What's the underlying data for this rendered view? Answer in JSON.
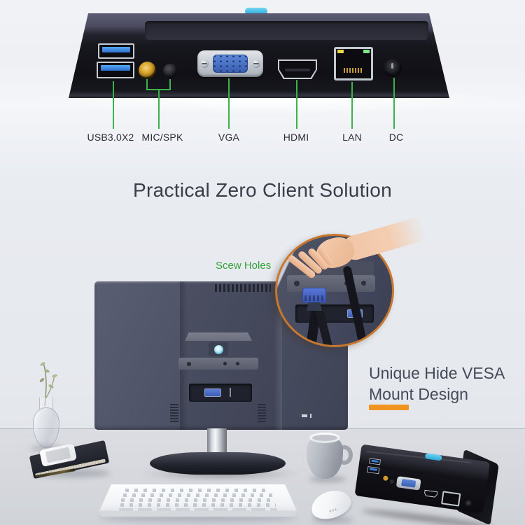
{
  "product_shot": {
    "heading": "Practical Zero Client Solution",
    "ports": [
      {
        "name": "usb",
        "label": "USB3.0X2"
      },
      {
        "name": "mic-spk",
        "label": "MIC/SPK"
      },
      {
        "name": "vga",
        "label": "VGA"
      },
      {
        "name": "hdmi",
        "label": "HDMI"
      },
      {
        "name": "lan",
        "label": "LAN"
      },
      {
        "name": "dc",
        "label": "DC"
      }
    ],
    "screw_holes_label": "Scew Holes",
    "vesa_caption": {
      "line1": "Unique Hide VESA",
      "line2": "Mount Design"
    },
    "colors": {
      "callout_green": "#3cb24a",
      "label_text": "#2e2e35",
      "heading_text": "#3d3d49",
      "caption_text": "#454a59",
      "underline_orange": "#f0941f",
      "usb_blue": "#2f6fd0",
      "power_button_blue": "#3cb4e6",
      "vga_blue": "#4a74cc",
      "inset_ring_orange": "#c8772f",
      "monitor_slate": "#4a4e61",
      "device_black": "#121217",
      "desk_gray": "#d6d8dd",
      "background_top": "#f0f2f5"
    }
  }
}
